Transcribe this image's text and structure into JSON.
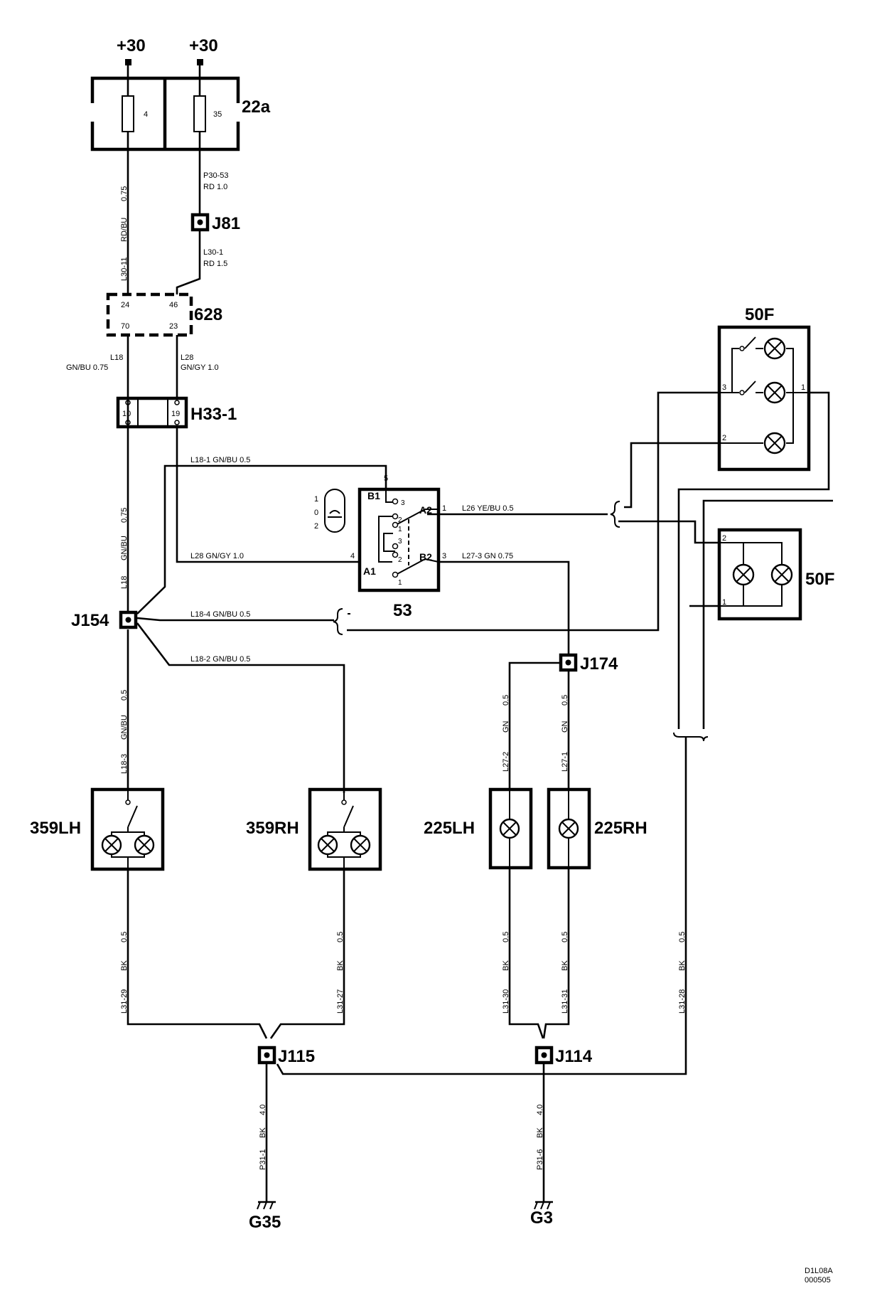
{
  "supply": {
    "left": "+30",
    "right": "+30"
  },
  "fuse_box": {
    "id": "22a",
    "fuse_left": "4",
    "fuse_right": "35"
  },
  "wires": {
    "l30_11": "L30-11",
    "rdbu": "RD/BU",
    "rdbu_size": "0.75",
    "p30_53": "P30-53",
    "p30_53_spec": "RD  1.0",
    "l30_1": "L30-1",
    "l30_1_spec": "RD  1.5",
    "l18_top": "L18",
    "l18_top_spec": "GN/BU  0.75",
    "l28_top": "L28",
    "l28_top_spec": "GN/GY  1.0",
    "l18_1": "L18-1  GN/BU  0.5",
    "l18_v": "L18",
    "l18_v_color": "GN/BU",
    "l18_v_size": "0.75",
    "l28_h": "L28    GN/GY   1.0",
    "l26": "L26    YE/BU   0.5",
    "l27_3": "L27-3   GN    0.75",
    "l18_4": "L18-4   GN/BU   0.5",
    "l18_2": "L18-2   GN/BU   0.5",
    "l18_3": "L18-3",
    "l18_3_color": "GN/BU",
    "l18_3_size": "0.5",
    "l27_2": "L27-2",
    "l27_2_color": "GN",
    "l27_2_size": "0.5",
    "l27_1": "L27-1",
    "l27_1_color": "GN",
    "l27_1_size": "0.5",
    "l31_29": "L31-29",
    "l31_29_color": "BK",
    "l31_29_size": "0.5",
    "l31_27": "L31-27",
    "l31_27_color": "BK",
    "l31_27_size": "0.5",
    "l31_30": "L31-30",
    "l31_30_color": "BK",
    "l31_30_size": "0.5",
    "l31_31": "L31-31",
    "l31_31_color": "BK",
    "l31_31_size": "0.5",
    "l31_28": "L31-28",
    "l31_28_color": "BK",
    "l31_28_size": "0.5",
    "p31_1": "P31-1",
    "p31_1_color": "BK",
    "p31_1_size": "4.0",
    "p31_6": "P31-6",
    "p31_6_color": "BK",
    "p31_6_size": "4.0"
  },
  "connectors": {
    "c628": {
      "id": "628",
      "pin_tl": "24",
      "pin_tr": "46",
      "pin_bl": "70",
      "pin_br": "23"
    },
    "h33": {
      "id": "H33-1",
      "pin_l": "10",
      "pin_r": "19"
    }
  },
  "junctions": {
    "j81": "J81",
    "j154": "J154",
    "j174": "J174",
    "j115": "J115",
    "j114": "J114"
  },
  "switch53": {
    "id": "53",
    "pin5": "5",
    "pin1": "1",
    "pin3": "3",
    "pin4": "4",
    "b1": "B1",
    "a2": "A2",
    "a1": "A1",
    "b2": "B2",
    "pos_top": "3",
    "pos_2a": "2",
    "pos_1a": "1",
    "pos_3b": "3",
    "pos_2b": "2",
    "pos_1b": "1",
    "knob_1": "1",
    "knob_0": "0",
    "knob_2": "2"
  },
  "components": {
    "u50f_top": {
      "id": "50F",
      "pin3": "3",
      "pin1": "1",
      "pin2": "2"
    },
    "u50f_bot": {
      "id": "50F",
      "pin2": "2",
      "pin1": "1"
    },
    "u359lh": "359LH",
    "u359rh": "359RH",
    "u225lh": "225LH",
    "u225rh": "225RH"
  },
  "grounds": {
    "g35": "G35",
    "g3": "G3"
  },
  "footer": {
    "code": "D1L08A",
    "date": "000505"
  }
}
